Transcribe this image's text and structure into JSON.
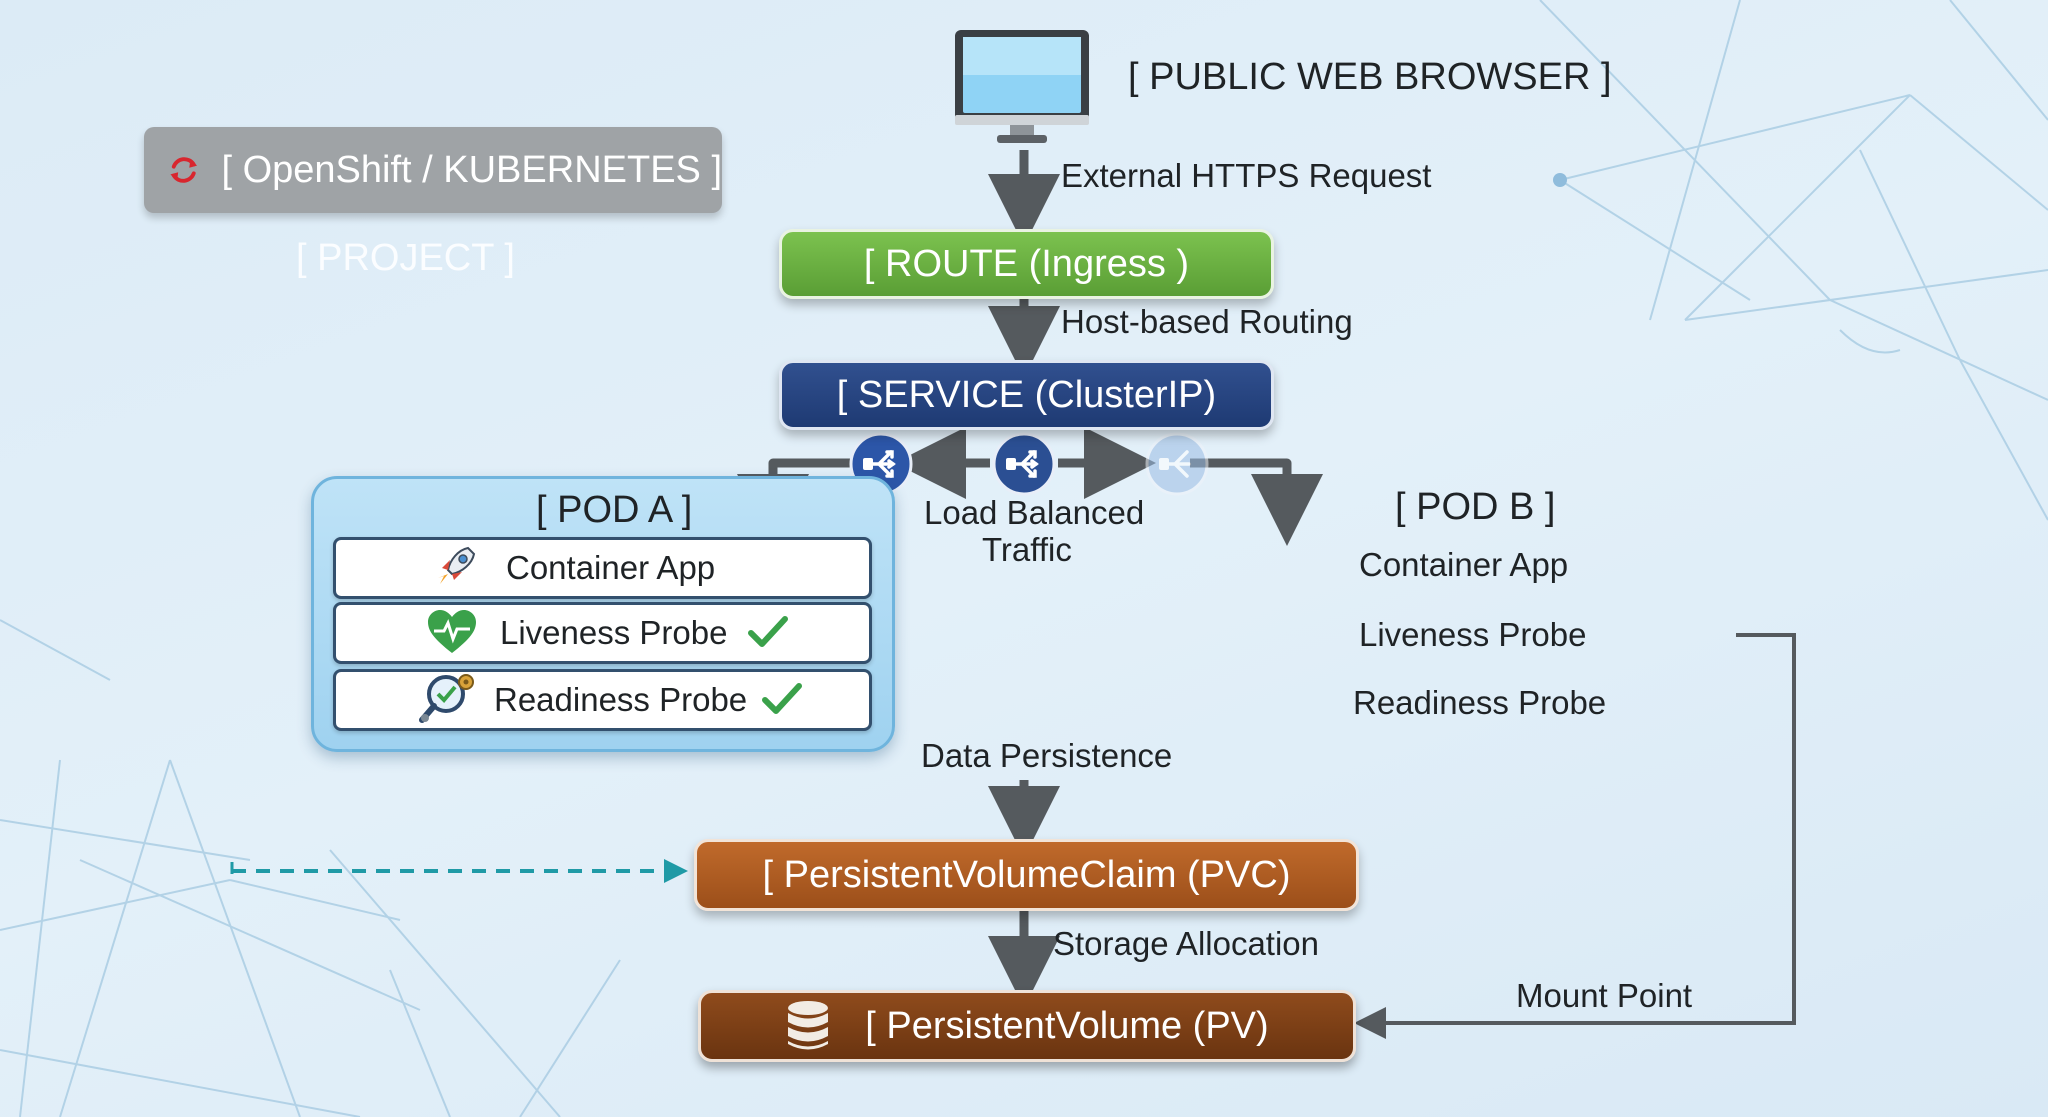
{
  "platform": {
    "label": "[ OpenShift / KUBERNETES ]",
    "project_label": "[ PROJECT ]"
  },
  "browser": {
    "label": "[ PUBLIC WEB BROWSER ]"
  },
  "edges": {
    "external_https": "External HTTPS Request",
    "host_routing": "Host-based Routing",
    "load_balanced_line1": "Load Balanced",
    "load_balanced_line2": "Traffic",
    "data_persistence": "Data Persistence",
    "storage_allocation": "Storage Allocation",
    "mount_point": "Mount Point"
  },
  "nodes": {
    "route": "[ ROUTE (Ingress )",
    "service": "[ SERVICE (ClusterIP)",
    "pvc": "[ PersistentVolumeClaim (PVC)",
    "pv": "[ PersistentVolume (PV)"
  },
  "pod_a": {
    "title": "[ POD A ]",
    "rows": [
      {
        "label": "Container App",
        "icon": "rocket-icon"
      },
      {
        "label": "Liveness Probe",
        "icon": "heart-pulse-icon",
        "status": "check"
      },
      {
        "label": "Readiness Probe",
        "icon": "magnifier-check-icon",
        "status": "check"
      }
    ]
  },
  "pod_b": {
    "title": "[ POD B ]",
    "rows": [
      "Container App",
      "Liveness Probe",
      "Readiness Probe"
    ]
  },
  "colors": {
    "route": "#6aaf42",
    "service": "#28457f",
    "pvc": "#b05f25",
    "pv": "#7a3f15",
    "arrow": "#555a5e",
    "dashed": "#1f9aa6",
    "check": "#3aa14a"
  }
}
